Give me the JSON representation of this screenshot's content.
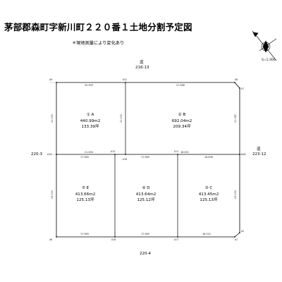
{
  "title": "茅部郡森町字新川町２２０番１土地分割予定図",
  "note": "＊現地測量により変化あり",
  "scale": "S=1:300",
  "roads": {
    "north_label": "道",
    "north_lot": "216-13",
    "east_label": "道",
    "east_lot": "223-12",
    "west_lot": "220-3",
    "south_lot": "220-4"
  },
  "parcels": [
    {
      "id": "A",
      "number": "① A",
      "area_m2": "440.99m2",
      "area_tsubo": "133.39坪"
    },
    {
      "id": "B",
      "number": "② B",
      "area_m2": "692.04m2",
      "area_tsubo": "209.34坪"
    },
    {
      "id": "C",
      "number": "③ C",
      "area_m2": "413.45m2",
      "area_tsubo": "125.13坪"
    },
    {
      "id": "D",
      "number": "④ D",
      "area_m2": "413.64m2",
      "area_tsubo": "125.12坪"
    },
    {
      "id": "E",
      "number": "⑤ E",
      "area_m2": "413.66m2",
      "area_tsubo": "125.13坪"
    }
  ],
  "dimensions": {
    "top_left": "20.999",
    "top_right": "21.586",
    "mid_left": "21.000",
    "mid_ab_right": "21.000",
    "mid_bottom_left": "17.965",
    "mid_bottom_mid": "17.965",
    "mid_bottom_right": "18.656",
    "bottom_left": "17.965",
    "bottom_mid": "17.965",
    "bottom_right": "18.015",
    "left_upper": "21.000",
    "left_lower": "23.000",
    "mid_upper": "21.000",
    "right_upper": "21.087",
    "right_lower": "23.000",
    "mid_mark": "18.001"
  },
  "points": {
    "tl": "A9",
    "tm": "A12",
    "tr": "A8",
    "tr2": "A7",
    "ml": "A13",
    "mm": "A15",
    "mid_b": "A16",
    "mr": "A10",
    "mr2": "A5",
    "bl": "A6",
    "bm1": "A18",
    "bm2": "A17",
    "br": "A1",
    "br2": "A2",
    "mc": "A11"
  }
}
